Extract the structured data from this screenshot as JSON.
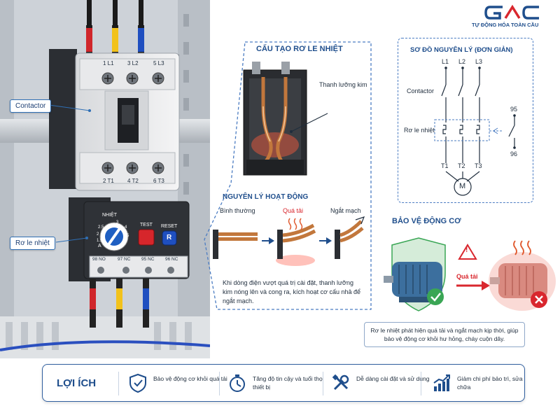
{
  "logo": {
    "brand": "GAC",
    "tagline": "TỰ ĐỘNG HÓA TOÀN CẦU",
    "colors": {
      "primary": "#1f4e8c",
      "accent": "#d9272e"
    }
  },
  "photo": {
    "contactor_label": "Contactor",
    "relay_label": "Rơ le nhiệt",
    "contactor_terminals_top": [
      "1 L1",
      "3 L2",
      "5 L3"
    ],
    "contactor_terminals_bottom": [
      "2 T1",
      "4 T2",
      "6 T3"
    ],
    "relay_dial_label": "NHIỆT",
    "relay_dial_ticks": [
      "3",
      "4",
      "5",
      "2.5",
      "2",
      "1.5",
      "1"
    ],
    "relay_dial_letter": "A",
    "test_label": "TEST",
    "reset_label": "RESET",
    "reset_letter": "R",
    "relay_contacts": [
      "98 NO",
      "97 NC",
      "95 NC",
      "96 NC"
    ]
  },
  "structure": {
    "title": "CẤU TẠO RƠ LE NHIỆT",
    "bimetal_label": "Thanh lưỡng kim"
  },
  "principle": {
    "title": "NGUYÊN LÝ HOẠT ĐỘNG",
    "state_normal": "Bình thường",
    "state_overload": "Quá tải",
    "state_trip": "Ngắt mạch",
    "description": "Khi dòng điện vượt quá trị cài đặt, thanh lưỡng kim nóng lên và cong ra, kích hoạt cơ cấu nhả để ngắt mạch."
  },
  "schematic": {
    "title": "SƠ ĐỒ NGUYÊN LÝ (ĐƠN GIẢN)",
    "lines_in": [
      "L1",
      "L2",
      "L3"
    ],
    "lines_out": [
      "T1",
      "T2",
      "T3"
    ],
    "contactor_label": "Contactor",
    "relay_label": "Rơ le nhiệt",
    "aux_top": "95",
    "aux_bottom": "96",
    "motor_symbol": "M"
  },
  "protection": {
    "title": "BẢO VỆ ĐỘNG CƠ",
    "overload_label": "Quá tải",
    "warning_symbol": "!",
    "description": "Rơ le nhiệt phát hiện quá tải và ngắt mạch kịp thời, giúp bảo vệ động cơ khỏi hư hỏng, cháy cuộn dây."
  },
  "benefits": {
    "title": "LỢI ÍCH",
    "items": [
      {
        "icon": "shield-check-icon",
        "text": "Bảo vệ động cơ khỏi quá tải"
      },
      {
        "icon": "stopwatch-icon",
        "text": "Tăng độ tin cậy và tuổi thọ thiết bị"
      },
      {
        "icon": "tools-icon",
        "text": "Dễ dàng cài đặt và sử dụng"
      },
      {
        "icon": "growth-chart-icon",
        "text": "Giảm chi phí bảo trì, sửa chữa"
      }
    ]
  },
  "colors": {
    "blue": "#1f4e8c",
    "red": "#d9272e",
    "green": "#3aa655",
    "wire_red": "#d0262b",
    "wire_yellow": "#f2c21b",
    "wire_blue": "#1f4fc0"
  }
}
